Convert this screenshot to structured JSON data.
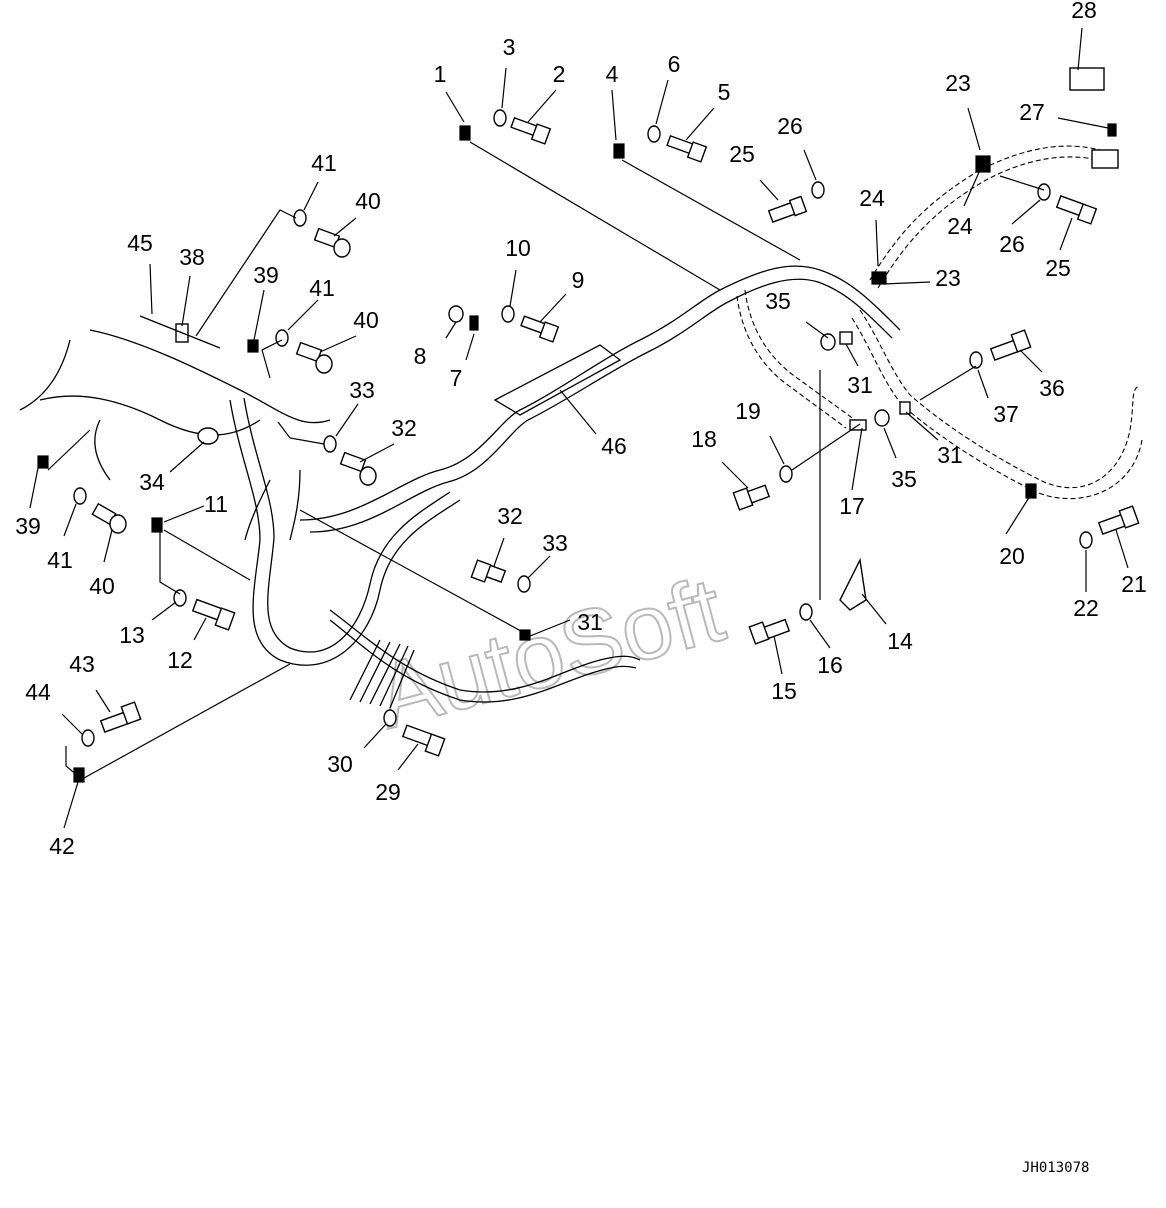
{
  "drawing": {
    "code": "JH013078",
    "watermark": "AutoSoft"
  },
  "callouts": [
    {
      "label": "1"
    },
    {
      "label": "2"
    },
    {
      "label": "3"
    },
    {
      "label": "4"
    },
    {
      "label": "5"
    },
    {
      "label": "6"
    },
    {
      "label": "7"
    },
    {
      "label": "8"
    },
    {
      "label": "9"
    },
    {
      "label": "10"
    },
    {
      "label": "11"
    },
    {
      "label": "12"
    },
    {
      "label": "13"
    },
    {
      "label": "14"
    },
    {
      "label": "15"
    },
    {
      "label": "16"
    },
    {
      "label": "17"
    },
    {
      "label": "18"
    },
    {
      "label": "19"
    },
    {
      "label": "20"
    },
    {
      "label": "21"
    },
    {
      "label": "22"
    },
    {
      "label": "23"
    },
    {
      "label": "23"
    },
    {
      "label": "24"
    },
    {
      "label": "24"
    },
    {
      "label": "25"
    },
    {
      "label": "25"
    },
    {
      "label": "26"
    },
    {
      "label": "26"
    },
    {
      "label": "27"
    },
    {
      "label": "28"
    },
    {
      "label": "29"
    },
    {
      "label": "30"
    },
    {
      "label": "31"
    },
    {
      "label": "31"
    },
    {
      "label": "31"
    },
    {
      "label": "32"
    },
    {
      "label": "32"
    },
    {
      "label": "33"
    },
    {
      "label": "33"
    },
    {
      "label": "34"
    },
    {
      "label": "35"
    },
    {
      "label": "35"
    },
    {
      "label": "36"
    },
    {
      "label": "37"
    },
    {
      "label": "38"
    },
    {
      "label": "39"
    },
    {
      "label": "39"
    },
    {
      "label": "40"
    },
    {
      "label": "40"
    },
    {
      "label": "41"
    },
    {
      "label": "41"
    },
    {
      "label": "42"
    },
    {
      "label": "43"
    },
    {
      "label": "44"
    },
    {
      "label": "45"
    },
    {
      "label": "46"
    }
  ]
}
